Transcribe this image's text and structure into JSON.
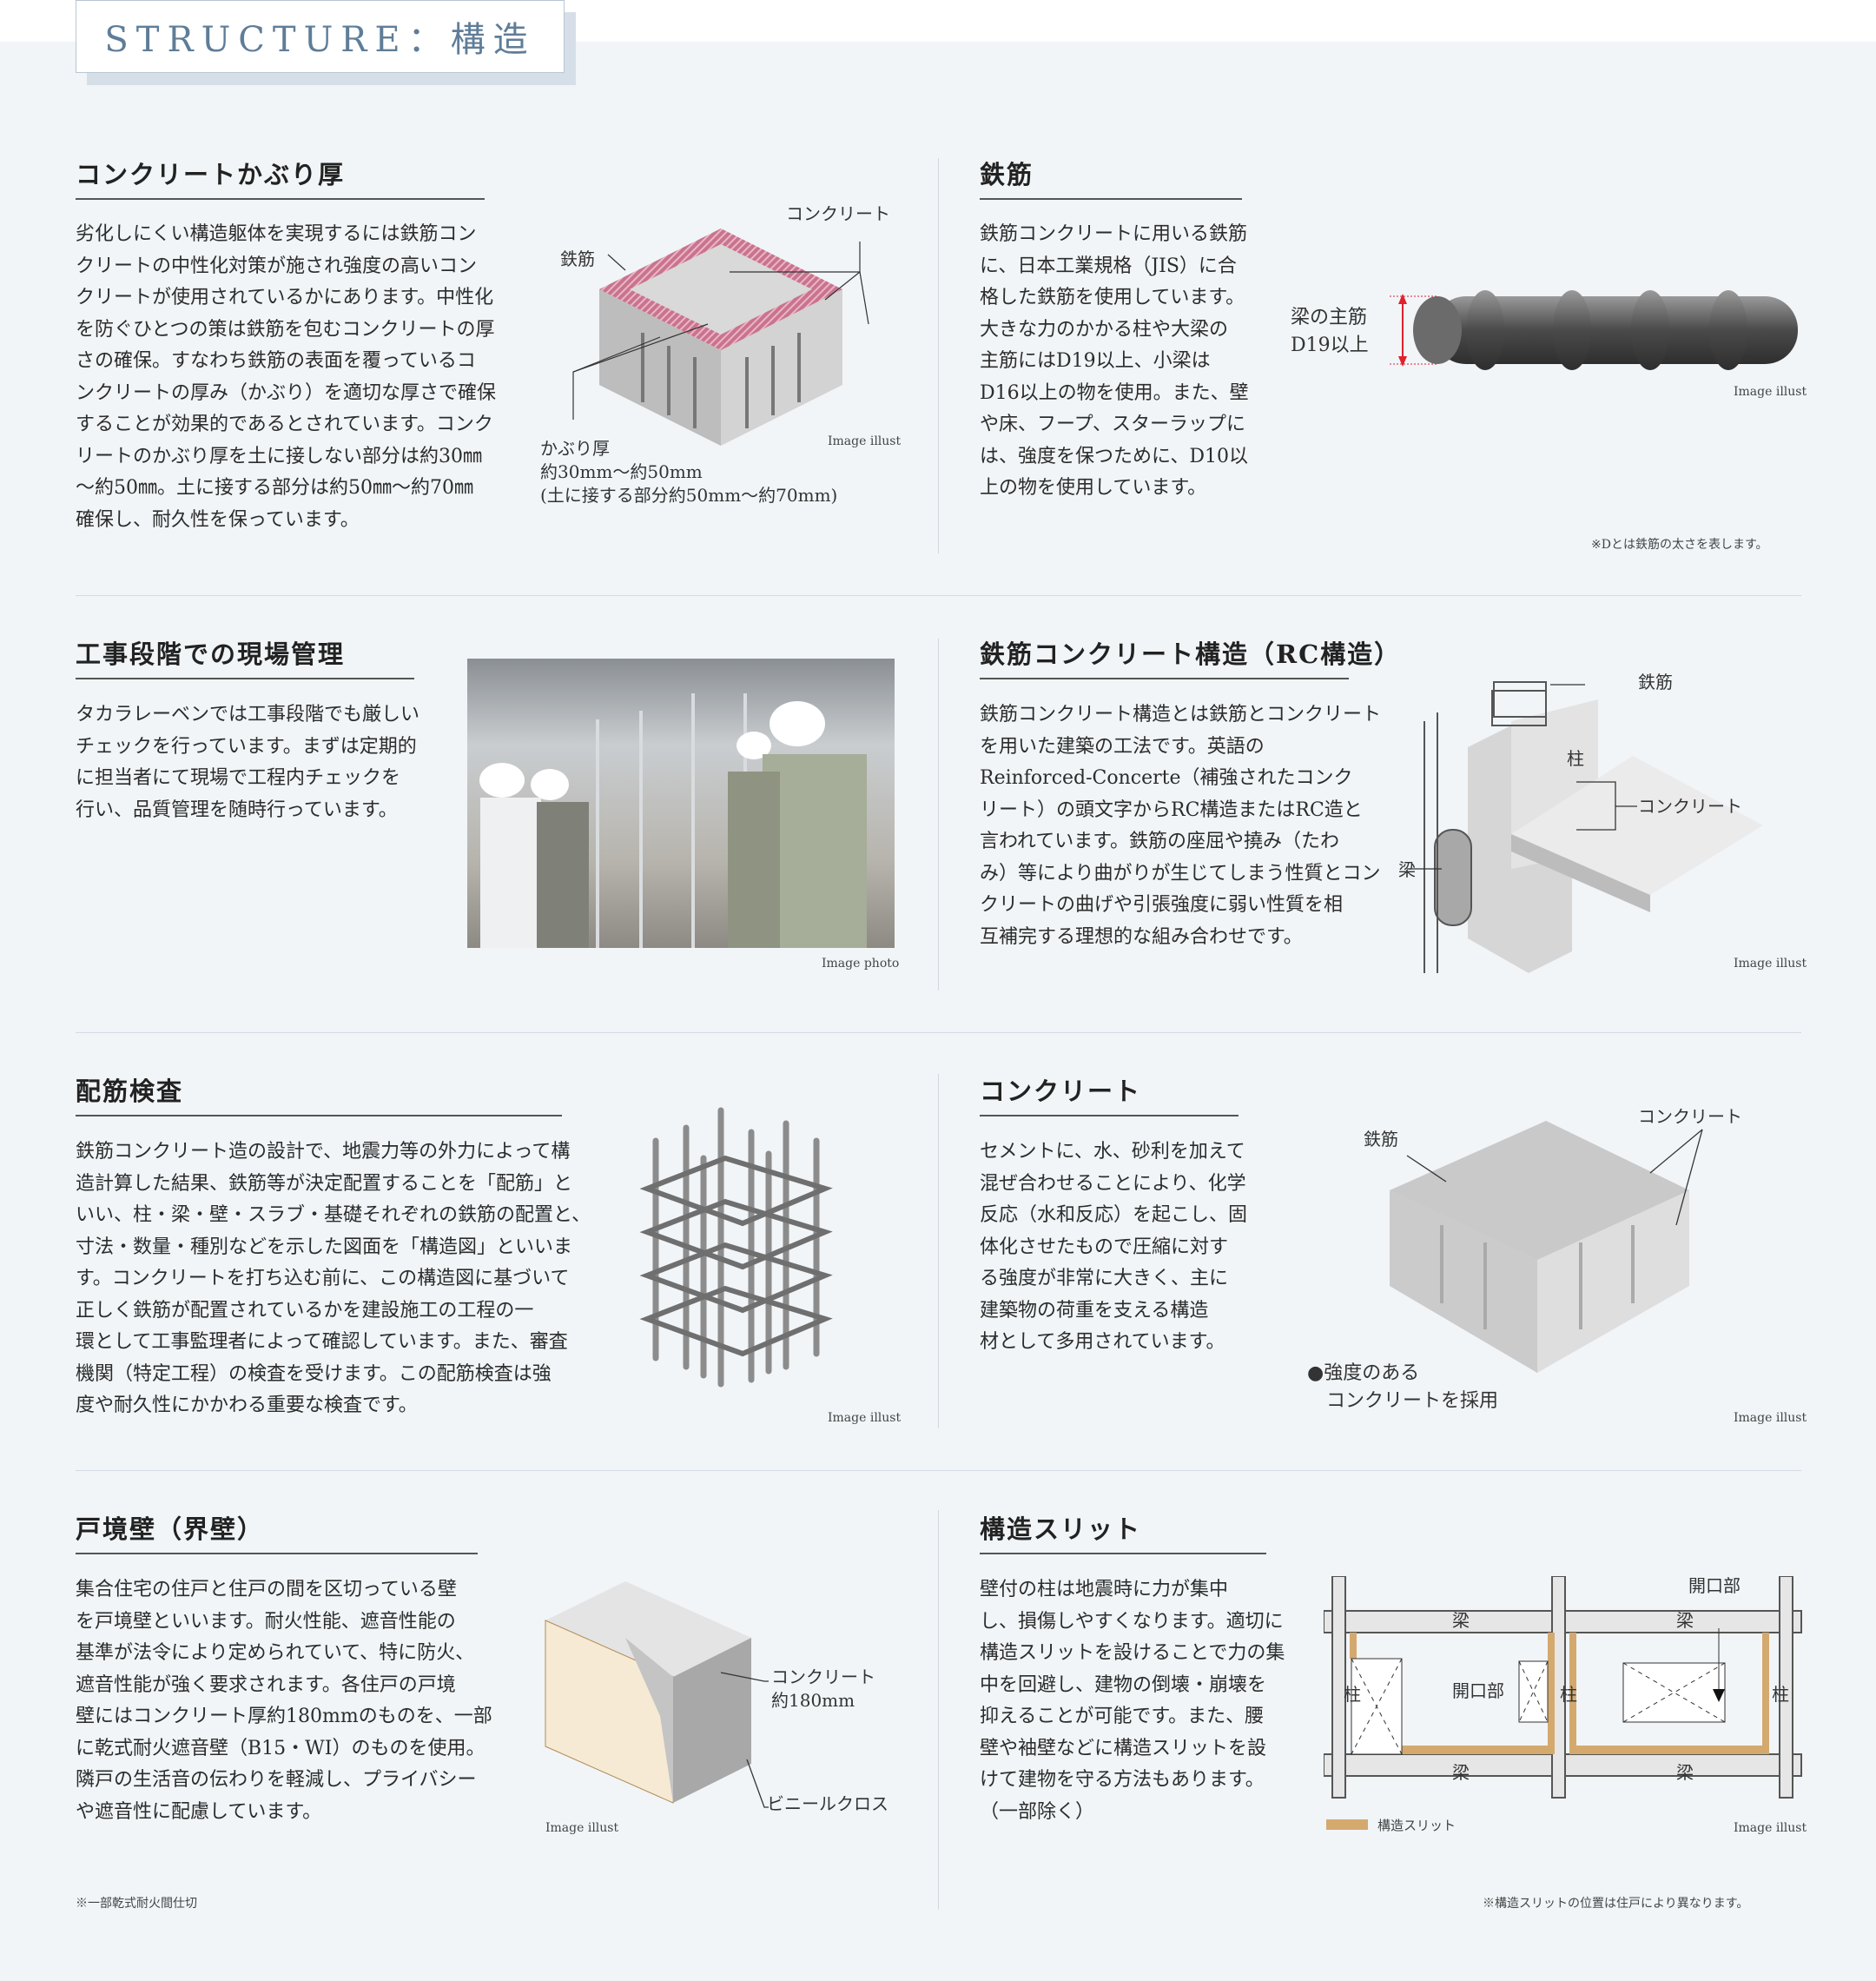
{
  "header": {
    "title": "STRUCTURE：構造"
  },
  "sections": {
    "cover": {
      "title": "コンクリートかぶり厚",
      "body": "劣化しにくい構造躯体を実現するには鉄筋コン\nクリートの中性化対策が施され強度の高いコン\nクリートが使用されているかにあります。中性化\nを防ぐひとつの策は鉄筋を包むコンクリートの厚\nさの確保。すなわち鉄筋の表面を覆っているコ\nンクリートの厚み（かぶり）を適切な厚さで確保\nすることが効果的であるとされています。コンク\nリートのかぶり厚を土に接しない部分は約30㎜\n～約50㎜。土に接する部分は約50㎜～約70㎜\n確保し、耐久性を保っています。",
      "label_rebar": "鉄筋",
      "label_concrete": "コンクリート",
      "label_cover": "かぶり厚\n約30mm～約50mm\n(土に接する部分約50mm～約70mm)",
      "caption": "Image illust"
    },
    "rebar": {
      "title": "鉄筋",
      "body": "鉄筋コンクリートに用いる鉄筋\nに、日本工業規格（JIS）に合\n格した鉄筋を使用しています。\n大きな力のかかる柱や大梁の\n主筋にはD19以上、小梁は\nD16以上の物を使用。また、壁\nや床、フープ、スターラップに\nは、強度を保つために、D10以\n上の物を使用しています。",
      "label": "梁の主筋\nD19以上",
      "caption": "Image illust",
      "note": "※Dとは鉄筋の太さを表します。"
    },
    "site": {
      "title": "工事段階での現場管理",
      "body": "タカラレーベンでは工事段階でも厳しい\nチェックを行っています。まずは定期的\nに担当者にて現場で工程内チェックを\n行い、品質管理を随時行っています。",
      "caption": "Image photo"
    },
    "rc": {
      "title": "鉄筋コンクリート構造（RC構造）",
      "body": "鉄筋コンクリート構造とは鉄筋とコンクリート\nを用いた建築の工法です。英語の\nReinforced-Concerte（補強されたコンク\nリート）の頭文字からRC構造またはRC造と\n言われています。鉄筋の座屈や撓み（たわ\nみ）等により曲がりが生じてしまう性質とコン\nクリートの曲げや引張強度に弱い性質を相\n互補完する理想的な組み合わせです。",
      "label_rebar": "鉄筋",
      "label_column": "柱",
      "label_concrete": "コンクリート",
      "label_beam": "梁",
      "caption": "Image illust"
    },
    "inspection": {
      "title": "配筋検査",
      "body": "鉄筋コンクリート造の設計で、地震力等の外力によって構\n造計算した結果、鉄筋等が決定配置することを「配筋」と\nいい、柱・梁・壁・スラブ・基礎それぞれの鉄筋の配置と、\n寸法・数量・種別などを示した図面を「構造図」といいま\nす。コンクリートを打ち込む前に、この構造図に基づいて\n正しく鉄筋が配置されているかを建設施工の工程の一\n環として工事監理者によって確認しています。また、審査\n機関（特定工程）の検査を受けます。この配筋検査は強\n度や耐久性にかかわる重要な検査です。",
      "caption": "Image illust"
    },
    "concrete": {
      "title": "コンクリート",
      "body": "セメントに、水、砂利を加えて\n混ぜ合わせることにより、化学\n反応（水和反応）を起こし、固\n体化させたもので圧縮に対す\nる強度が非常に大きく、主に\n建築物の荷重を支える構造\n材として多用されています。",
      "label_rebar": "鉄筋",
      "label_concrete": "コンクリート",
      "feature": "●強度のある\n　コンクリートを採用",
      "caption": "Image illust"
    },
    "wall": {
      "title": "戸境壁（界壁）",
      "body": "集合住宅の住戸と住戸の間を区切っている壁\nを戸境壁といいます。耐火性能、遮音性能の\n基準が法令により定められていて、特に防火、\n遮音性能が強く要求されます。各住戸の戸境\n壁にはコンクリート厚約180mmのものを、一部\nに乾式耐火遮音壁（B15・WI）のものを使用。\n隣戸の生活音の伝わりを軽減し、プライバシー\nや遮音性に配慮しています。",
      "label_concrete": "コンクリート\n約180mm",
      "label_cloth": "ビニールクロス",
      "caption": "Image illust",
      "note": "※一部乾式耐火間仕切"
    },
    "slit": {
      "title": "構造スリット",
      "body": "壁付の柱は地震時に力が集中\nし、損傷しやすくなります。適切に\n構造スリットを設けることで力の集\n中を回避し、建物の倒壊・崩壊を\n抑えることが可能です。また、腰\n壁や袖壁などに構造スリットを設\nけて建物を守る方法もあります。\n（一部除く）",
      "label_beam": "梁",
      "label_column": "柱",
      "label_opening": "開口部",
      "legend": "構造スリット",
      "caption": "Image illust",
      "note": "※構造スリットの位置は住戸により異なります。",
      "slit_color": "#d4a96e"
    }
  }
}
